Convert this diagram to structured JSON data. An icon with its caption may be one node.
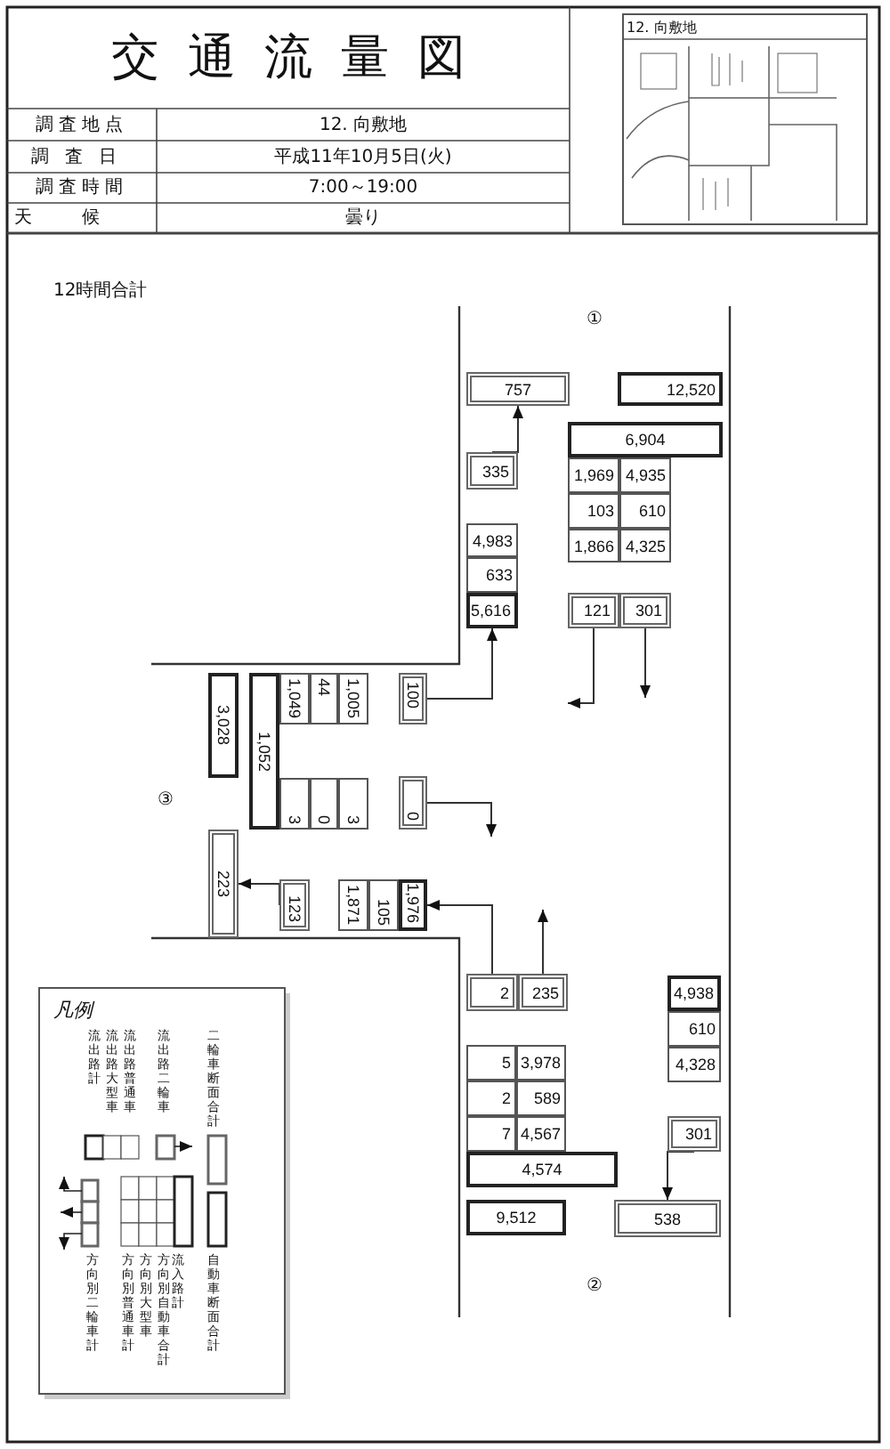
{
  "diagram": {
    "title": "交通流量図",
    "nodes": [
      {
        "text": [
          "757"
        ]
      },
      {
        "text": [
          "12,520"
        ]
      },
      {
        "text": [
          "6,904"
        ]
      },
      {
        "text": [
          "335"
        ]
      },
      {
        "text": [
          "1,969"
        ]
      },
      {
        "text": [
          "4,935"
        ]
      },
      {
        "text": [
          "103"
        ]
      },
      {
        "text": [
          "610"
        ]
      },
      {
        "text": [
          "4,983"
        ]
      },
      {
        "text": [
          "1,866"
        ]
      },
      {
        "text": [
          "4,325"
        ]
      },
      {
        "text": [
          "633"
        ]
      },
      {
        "text": [
          "5,616"
        ]
      },
      {
        "text": [
          "121"
        ]
      },
      {
        "text": [
          "301"
        ]
      },
      {
        "text": [
          "3,028"
        ]
      },
      {
        "text": [
          "1,052"
        ]
      },
      {
        "text": [
          "1,049"
        ]
      },
      {
        "text": [
          "44"
        ]
      },
      {
        "text": [
          "1,005"
        ]
      },
      {
        "text": [
          "100"
        ]
      },
      {
        "text": [
          "3"
        ]
      },
      {
        "text": [
          "0"
        ]
      },
      {
        "text": [
          "3"
        ]
      },
      {
        "text": [
          "0"
        ]
      },
      {
        "text": [
          "223"
        ]
      },
      {
        "text": [
          "123"
        ]
      },
      {
        "text": [
          "1,871"
        ]
      },
      {
        "text": [
          "105"
        ]
      },
      {
        "text": [
          "1,976"
        ]
      },
      {
        "text": [
          "2"
        ]
      },
      {
        "text": [
          "235"
        ]
      },
      {
        "text": [
          "4,938"
        ]
      },
      {
        "text": [
          "610"
        ]
      },
      {
        "text": [
          "4,328"
        ]
      },
      {
        "text": [
          "5"
        ]
      },
      {
        "text": [
          "3,978"
        ]
      },
      {
        "text": [
          "2"
        ]
      },
      {
        "text": [
          "589"
        ]
      },
      {
        "text": [
          "7"
        ]
      },
      {
        "text": [
          "4,567"
        ]
      },
      {
        "text": [
          "301"
        ]
      },
      {
        "text": [
          "4,574"
        ]
      },
      {
        "text": [
          "9,512"
        ]
      },
      {
        "text": [
          "538"
        ]
      }
    ],
    "edges": [
      {
        "from": 3,
        "to": 0,
        "arrow": "to"
      },
      {
        "from": 13,
        "to": null,
        "arrow": "to"
      },
      {
        "from": 14,
        "to": null,
        "arrow": "to"
      },
      {
        "from": 20,
        "to": 12,
        "arrow": "to"
      },
      {
        "from": 24,
        "to": null,
        "arrow": "to"
      },
      {
        "from": 26,
        "to": 25,
        "arrow": "to"
      },
      {
        "from": 30,
        "to": 29,
        "arrow": "to"
      },
      {
        "from": 31,
        "to": null,
        "arrow": "to"
      },
      {
        "from": 41,
        "to": 44,
        "arrow": "to"
      }
    ],
    "labels": [
      "調査地点",
      "12. 向敷地",
      "調査日",
      "平成11年10月5日(火)",
      "調査時間",
      "7:00～19:00",
      "天候",
      "曇り",
      "12. 向敷地",
      "12時間合計",
      "①",
      "③",
      "凡例",
      "二輪車断面合計",
      "流出路二輪車",
      "流出路普通車",
      "流出路大型車",
      "流出路計",
      "自動車断面合計",
      "流入路計",
      "方向別自動車合計",
      "方向別大型車",
      "方向別普通車計",
      "方向別二輪車計",
      "②"
    ]
  }
}
